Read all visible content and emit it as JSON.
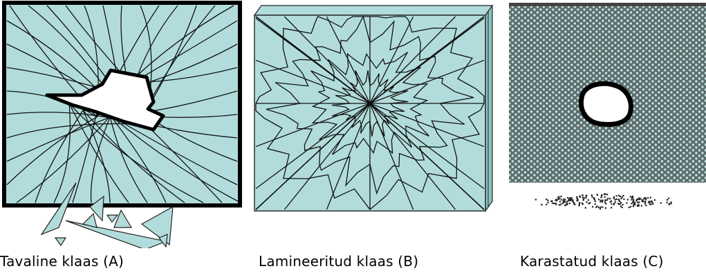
{
  "panels": [
    {
      "caption": "Tavaline klaas (A)"
    },
    {
      "caption": "Lamineeritud klaas (B)"
    },
    {
      "caption": "Karastatud klaas (C)"
    }
  ],
  "colors": {
    "glass": "#b2dcdc",
    "line": "#111111",
    "background": "#ffffff"
  }
}
